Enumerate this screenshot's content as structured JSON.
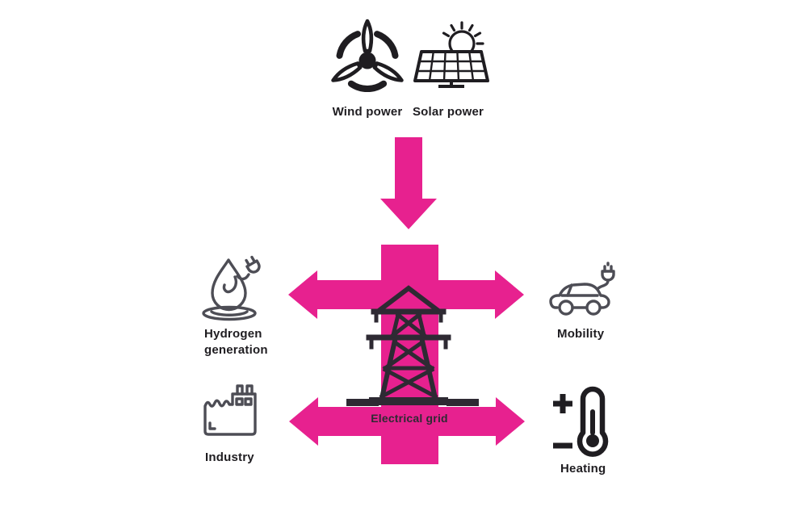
{
  "colors": {
    "accent": "#e7218f",
    "dark": "#2e2a33",
    "ink": "#1f1d21",
    "gray": "#4d4d55",
    "background": "#ffffff"
  },
  "diagram": {
    "sources": {
      "wind": {
        "label": "Wind power",
        "icon": "wind-turbine-icon"
      },
      "solar": {
        "label": "Solar power",
        "icon": "solar-panel-icon"
      }
    },
    "hub": {
      "label": "Electrical grid",
      "icon": "transmission-tower-icon"
    },
    "consumers": {
      "hydrogen": {
        "lines": [
          "Hydrogen",
          "generation"
        ],
        "icon": "hydrogen-drop-plug-icon"
      },
      "mobility": {
        "label": "Mobility",
        "icon": "electric-car-icon"
      },
      "industry": {
        "label": "Industry",
        "icon": "factory-icon"
      },
      "heating": {
        "label": "Heating",
        "icon": "thermometer-icon"
      }
    },
    "arrows": {
      "down": "down-arrow",
      "upper": "left-right-double-arrow",
      "lower": "left-right-double-arrow"
    }
  }
}
